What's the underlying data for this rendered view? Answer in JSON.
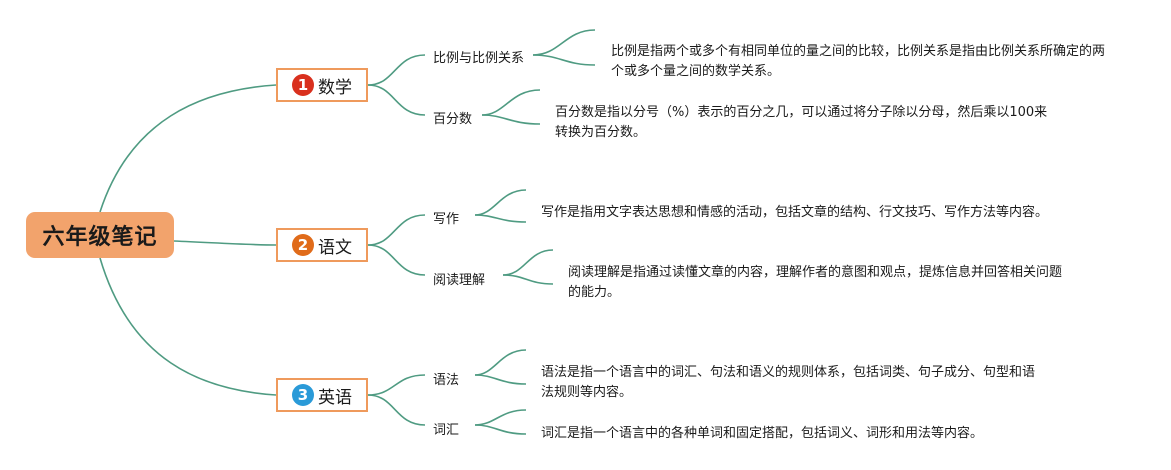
{
  "root": {
    "label": "六年级笔记",
    "color": "#f2a36c"
  },
  "line_color": "#4f9b82",
  "topics": [
    {
      "num": "1",
      "label": "数学",
      "badge_color": "#d9301e",
      "branches": [
        {
          "label": "比例与比例关系",
          "note": "比例是指两个或多个有相同单位的量之间的比较，比例关系是指由比例关系所确定的两个或多个量之间的数学关系。"
        },
        {
          "label": "百分数",
          "note": "百分数是指以分号（%）表示的百分之几，可以通过将分子除以分母，然后乘以100来转换为百分数。"
        }
      ]
    },
    {
      "num": "2",
      "label": "语文",
      "badge_color": "#e06b1a",
      "branches": [
        {
          "label": "写作",
          "note": "写作是指用文字表达思想和情感的活动，包括文章的结构、行文技巧、写作方法等内容。"
        },
        {
          "label": "阅读理解",
          "note": "阅读理解是指通过读懂文章的内容，理解作者的意图和观点，提炼信息并回答相关问题的能力。"
        }
      ]
    },
    {
      "num": "3",
      "label": "英语",
      "badge_color": "#2a9ad8",
      "branches": [
        {
          "label": "语法",
          "note": "语法是指一个语言中的词汇、句法和语义的规则体系，包括词类、句子成分、句型和语法规则等内容。"
        },
        {
          "label": "词汇",
          "note": "词汇是指一个语言中的各种单词和固定搭配，包括词义、词形和用法等内容。"
        }
      ]
    }
  ]
}
